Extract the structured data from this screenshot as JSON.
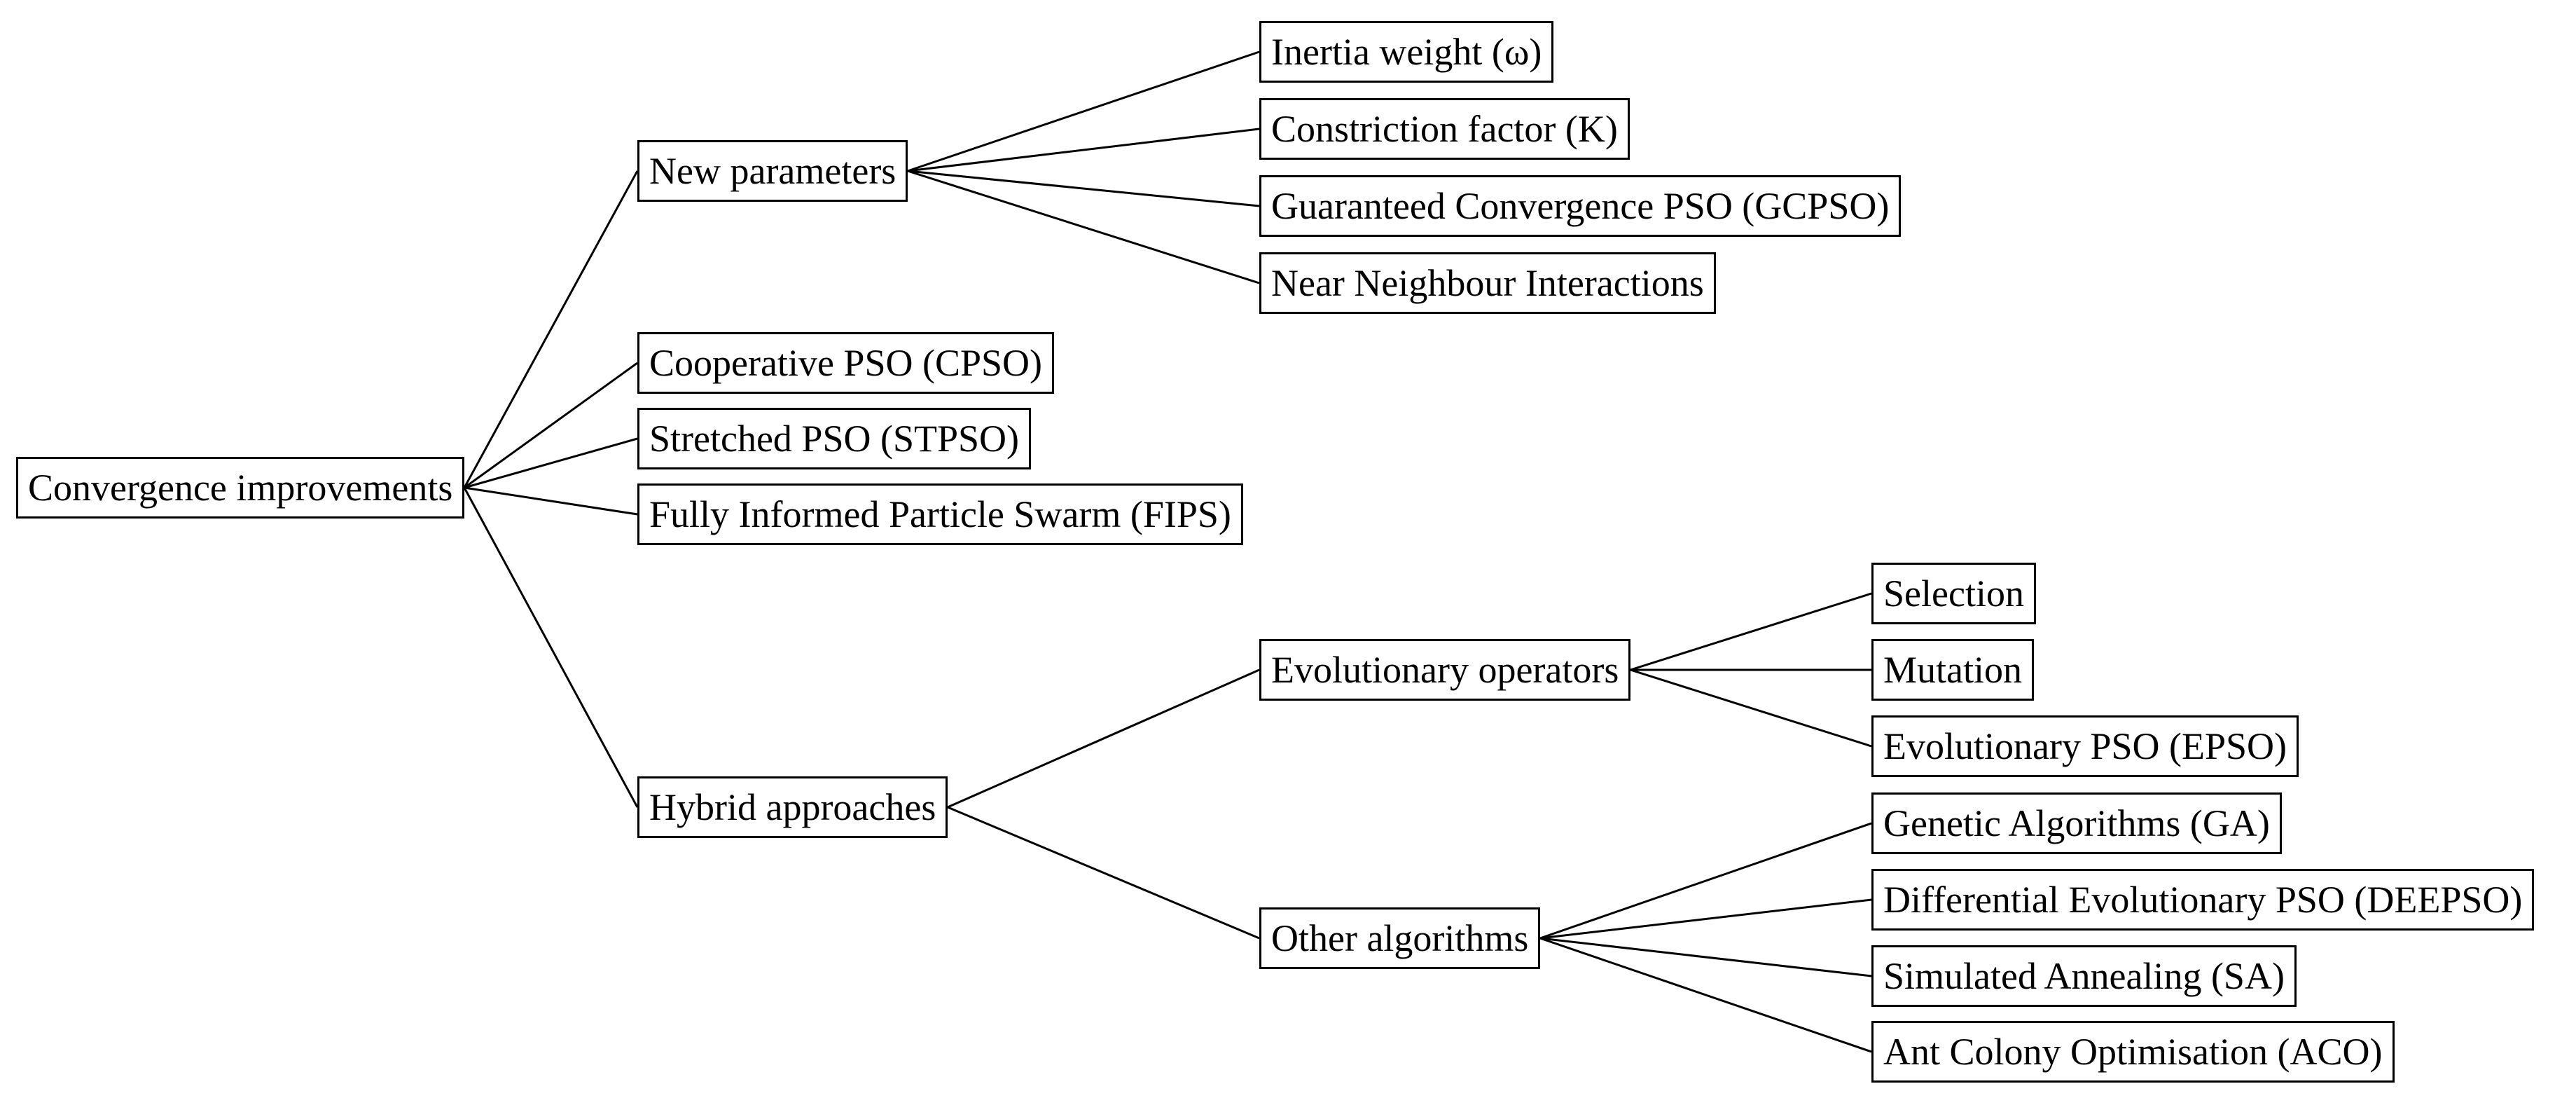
{
  "diagram": {
    "type": "tree",
    "background_color": "#ffffff",
    "box_border_color": "#000000",
    "box_fill_color": "#ffffff",
    "text_color": "#000000",
    "line_color": "#000000",
    "nodes": {
      "root": "Convergence improvements",
      "new_parameters": "New parameters",
      "inertia_weight": "Inertia weight (ω)",
      "constriction_factor": "Constriction factor (K)",
      "gcpso": "Guaranteed Convergence PSO (GCPSO)",
      "near_neighbour": "Near Neighbour Interactions",
      "cooperative_pso": "Cooperative PSO (CPSO)",
      "stretched_pso": "Stretched PSO (STPSO)",
      "fips": "Fully Informed Particle Swarm (FIPS)",
      "hybrid_approaches": "Hybrid approaches",
      "evolutionary_operators": "Evolutionary operators",
      "selection": "Selection",
      "mutation": "Mutation",
      "epso": "Evolutionary PSO (EPSO)",
      "other_algorithms": "Other algorithms",
      "ga": "Genetic Algorithms (GA)",
      "deepso": "Differential Evolutionary PSO (DEEPSO)",
      "sa": "Simulated Annealing (SA)",
      "aco": "Ant Colony Optimisation (ACO)"
    },
    "edges": [
      [
        "root",
        "new_parameters"
      ],
      [
        "root",
        "cooperative_pso"
      ],
      [
        "root",
        "stretched_pso"
      ],
      [
        "root",
        "fips"
      ],
      [
        "root",
        "hybrid_approaches"
      ],
      [
        "new_parameters",
        "inertia_weight"
      ],
      [
        "new_parameters",
        "constriction_factor"
      ],
      [
        "new_parameters",
        "gcpso"
      ],
      [
        "new_parameters",
        "near_neighbour"
      ],
      [
        "hybrid_approaches",
        "evolutionary_operators"
      ],
      [
        "hybrid_approaches",
        "other_algorithms"
      ],
      [
        "evolutionary_operators",
        "selection"
      ],
      [
        "evolutionary_operators",
        "mutation"
      ],
      [
        "evolutionary_operators",
        "epso"
      ],
      [
        "other_algorithms",
        "ga"
      ],
      [
        "other_algorithms",
        "deepso"
      ],
      [
        "other_algorithms",
        "sa"
      ],
      [
        "other_algorithms",
        "aco"
      ]
    ]
  }
}
